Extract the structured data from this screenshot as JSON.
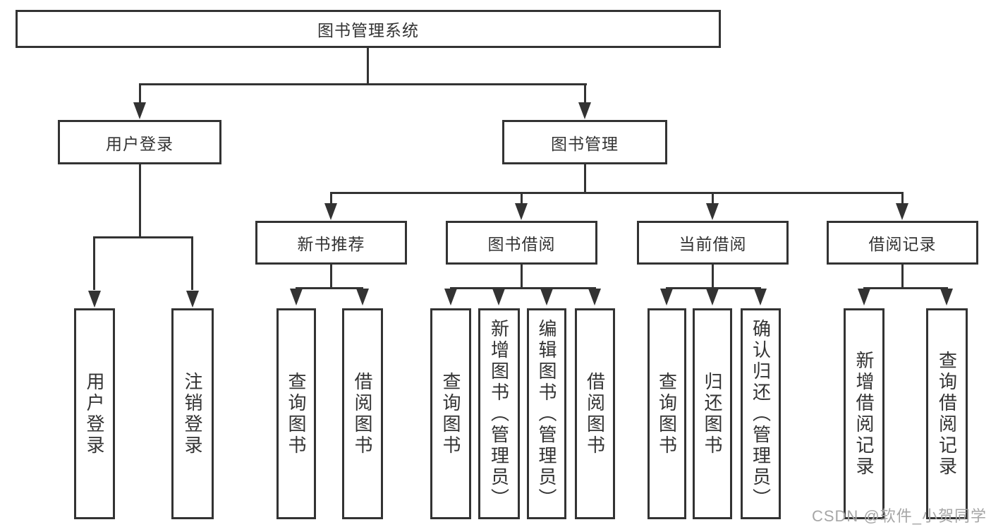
{
  "tree": {
    "root": {
      "label": "图书管理系统"
    },
    "branches": [
      {
        "label": "用户登录",
        "children": [
          {
            "label": "用户登录"
          },
          {
            "label": "注销登录"
          }
        ]
      },
      {
        "label": "图书管理",
        "children": [
          {
            "label": "新书推荐",
            "children": [
              {
                "label": "查询图书"
              },
              {
                "label": "借阅图书"
              }
            ]
          },
          {
            "label": "图书借阅",
            "children": [
              {
                "label": "查询图书"
              },
              {
                "label": "新增图书（管理员）"
              },
              {
                "label": "编辑图书（管理员）"
              },
              {
                "label": "借阅图书"
              }
            ]
          },
          {
            "label": "当前借阅",
            "children": [
              {
                "label": "查询图书"
              },
              {
                "label": "归还图书"
              },
              {
                "label": "确认归还（管理员）"
              }
            ]
          },
          {
            "label": "借阅记录",
            "children": [
              {
                "label": "新增借阅记录"
              },
              {
                "label": "查询借阅记录"
              }
            ]
          }
        ]
      }
    ]
  },
  "watermark": {
    "text": "CSDN @软件_小贺同学"
  },
  "colors": {
    "line": "#333333",
    "text": "#333333",
    "watermark": "#a6a6a6",
    "background": "#ffffff"
  }
}
